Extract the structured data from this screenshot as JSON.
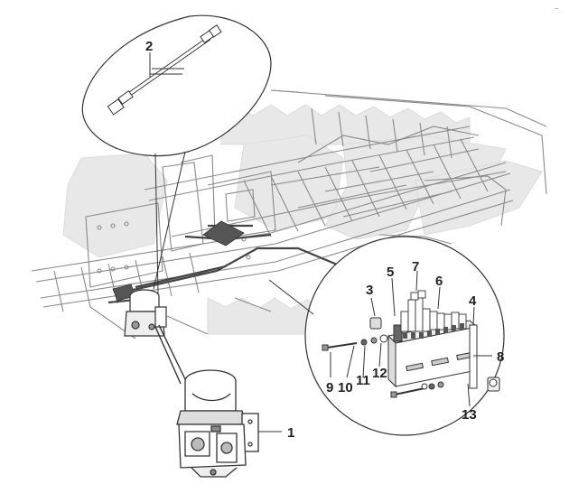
{
  "corner_mark": "~",
  "callouts": [
    {
      "id": "1",
      "text": "1"
    },
    {
      "id": "2",
      "text": "2"
    },
    {
      "id": "3",
      "text": "3"
    },
    {
      "id": "4",
      "text": "4"
    },
    {
      "id": "5",
      "text": "5"
    },
    {
      "id": "6",
      "text": "6"
    },
    {
      "id": "7",
      "text": "7"
    },
    {
      "id": "8",
      "text": "8"
    },
    {
      "id": "9",
      "text": "9"
    },
    {
      "id": "10",
      "text": "10"
    },
    {
      "id": "11",
      "text": "11"
    },
    {
      "id": "12",
      "text": "12"
    },
    {
      "id": "13",
      "text": "13"
    }
  ],
  "watermark": {
    "color": "#e6e6e6"
  },
  "colors": {
    "line": "#333333",
    "frame": "#8a8a8a",
    "hose": "#555555"
  }
}
